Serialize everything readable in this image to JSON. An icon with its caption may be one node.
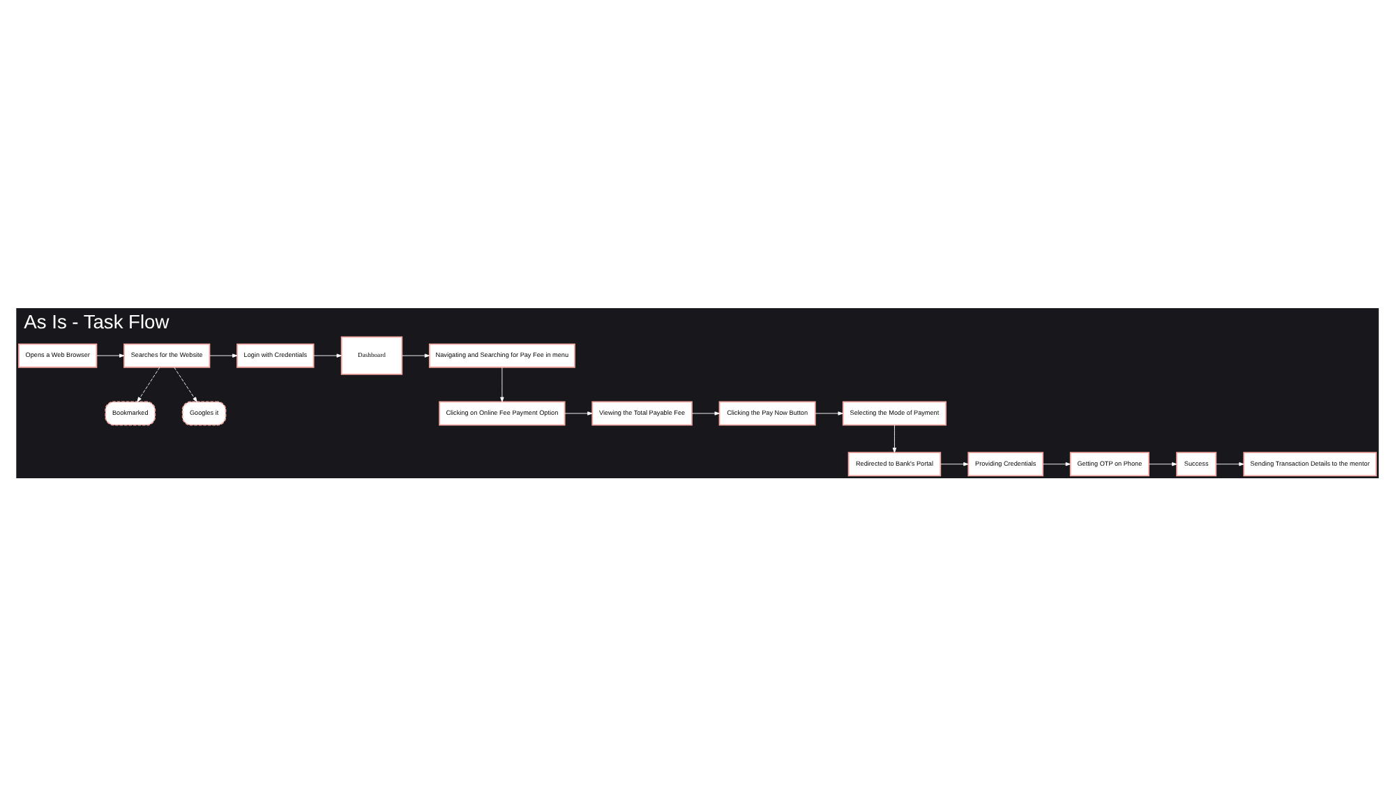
{
  "diagram": {
    "title": "As Is - Task Flow",
    "nodes": [
      {
        "text": [
          "Opens a Web Browser"
        ]
      },
      {
        "text": [
          "Searches for the Website"
        ]
      },
      {
        "text": [
          "Bookmarked"
        ]
      },
      {
        "text": [
          "Googles it"
        ]
      },
      {
        "text": [
          "Login with Credentials"
        ]
      },
      {
        "text": [
          "Dashboard"
        ]
      },
      {
        "text": [
          "Navigating and Searching for Pay Fee in menu"
        ]
      },
      {
        "text": [
          "Clicking on Online Fee Payment Option"
        ]
      },
      {
        "text": [
          "Viewing the Total Payable Fee"
        ]
      },
      {
        "text": [
          "Clicking the Pay Now Button"
        ]
      },
      {
        "text": [
          "Selecting the Mode of Payment"
        ]
      },
      {
        "text": [
          "Redirected to Bank's Portal"
        ]
      },
      {
        "text": [
          "Providing Credentials"
        ]
      },
      {
        "text": [
          "Getting OTP on Phone"
        ]
      },
      {
        "text": [
          "Success"
        ]
      },
      {
        "text": [
          "Sending Transaction Details to the mentor"
        ]
      }
    ],
    "edges": [
      {
        "from": 0,
        "to": 1,
        "arrow": "to"
      },
      {
        "from": 1,
        "to": 2,
        "arrow": "to",
        "style": "dashed"
      },
      {
        "from": 1,
        "to": 3,
        "arrow": "to",
        "style": "dashed"
      },
      {
        "from": 1,
        "to": 4,
        "arrow": "to"
      },
      {
        "from": 4,
        "to": 5,
        "arrow": "to"
      },
      {
        "from": 5,
        "to": 6,
        "arrow": "to"
      },
      {
        "from": 6,
        "to": 7,
        "arrow": "to"
      },
      {
        "from": 7,
        "to": 8,
        "arrow": "to"
      },
      {
        "from": 8,
        "to": 9,
        "arrow": "to"
      },
      {
        "from": 9,
        "to": 10,
        "arrow": "to"
      },
      {
        "from": 10,
        "to": 11,
        "arrow": "to"
      },
      {
        "from": 11,
        "to": 12,
        "arrow": "to"
      },
      {
        "from": 12,
        "to": 13,
        "arrow": "to"
      },
      {
        "from": 13,
        "to": 14,
        "arrow": "to"
      },
      {
        "from": 14,
        "to": 15,
        "arrow": "to"
      }
    ]
  }
}
